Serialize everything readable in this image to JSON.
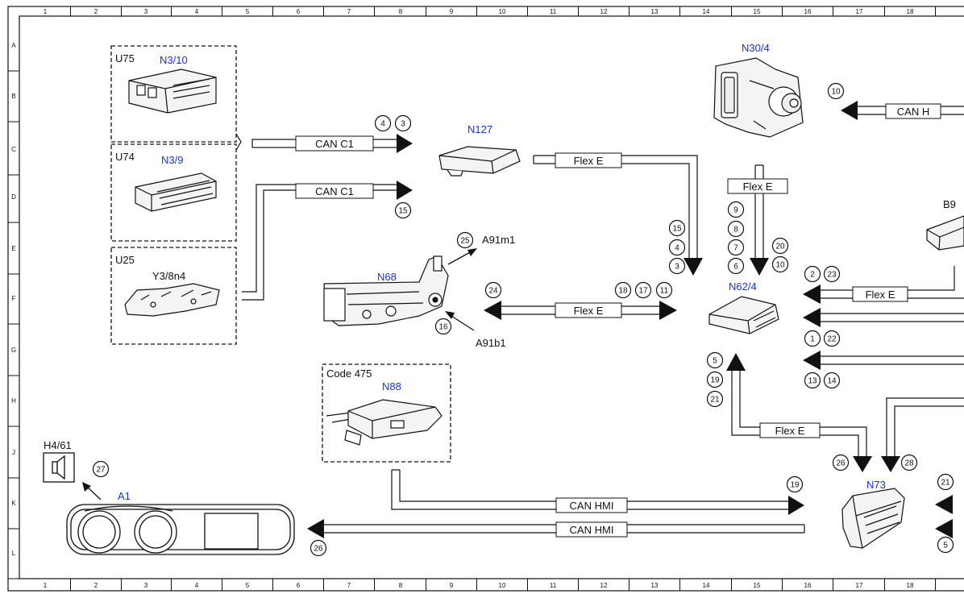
{
  "ruler": {
    "columns": [
      "1",
      "2",
      "3",
      "4",
      "5",
      "6",
      "7",
      "8",
      "9",
      "10",
      "11",
      "12",
      "13",
      "14",
      "15",
      "16",
      "17",
      "18"
    ],
    "rows": [
      "A",
      "B",
      "C",
      "D",
      "E",
      "F",
      "G",
      "H",
      "J",
      "K",
      "L"
    ]
  },
  "components": {
    "u75": {
      "group": "U75",
      "name": "N3/10"
    },
    "u74": {
      "group": "U74",
      "name": "N3/9"
    },
    "u25": {
      "group": "U25",
      "name": "Y3/8n4"
    },
    "n127": {
      "name": "N127"
    },
    "n30_4": {
      "name": "N30/4"
    },
    "n68": {
      "name": "N68"
    },
    "a91m1": {
      "name": "A91m1"
    },
    "a91b1": {
      "name": "A91b1"
    },
    "n62_4": {
      "name": "N62/4"
    },
    "n88": {
      "group": "Code 475",
      "name": "N88"
    },
    "h4_61": {
      "name": "H4/61"
    },
    "a1": {
      "name": "A1"
    },
    "n73": {
      "name": "N73"
    },
    "b9": {
      "name": "B9"
    }
  },
  "buses": {
    "can_c1_upper": "CAN C1",
    "can_c1_lower": "CAN C1",
    "flex_e_n127": "Flex E",
    "can_h": "CAN H",
    "flex_e_n30": "Flex E",
    "flex_e_n68": "Flex E",
    "flex_e_b9": "Flex E",
    "flex_e_n73": "Flex E",
    "can_hmi_upper": "CAN HMI",
    "can_hmi_lower": "CAN HMI"
  },
  "markers": {
    "m4": "4",
    "m3": "3",
    "m15a": "15",
    "m10": "10",
    "m15b": "15",
    "m4b": "4",
    "m3b": "3",
    "m9": "9",
    "m8": "8",
    "m7": "7",
    "m6": "6",
    "m20": "20",
    "m10b": "10",
    "m25": "25",
    "m16": "16",
    "m24": "24",
    "m18": "18",
    "m17": "17",
    "m11": "11",
    "m2": "2",
    "m23": "23",
    "m1": "1",
    "m22": "22",
    "m13": "13",
    "m14": "14",
    "m5": "5",
    "m19": "19",
    "m21": "21",
    "m26": "26",
    "m28": "28",
    "m27": "27",
    "m19b": "19",
    "m26b": "26",
    "m21b": "21",
    "m5b": "5"
  }
}
